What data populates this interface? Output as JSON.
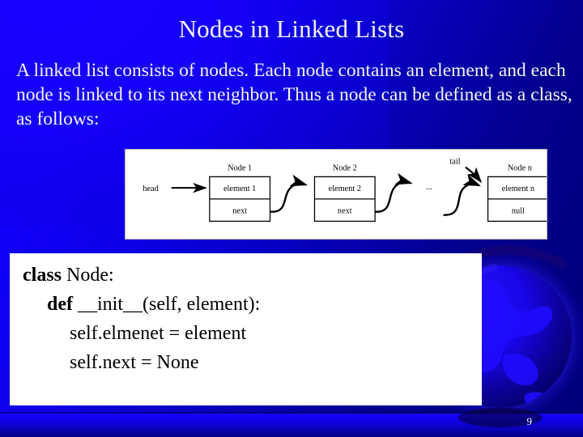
{
  "slide": {
    "title": "Nodes in Linked Lists",
    "body_text": "A linked list consists of nodes. Each node contains an element, and each node is linked to its next neighbor. Thus a node can be defined as a class, as follows:",
    "page_number": "9",
    "colors": {
      "background_bright_blue": "#1200ff",
      "background_navy": "#000080",
      "title_text": "#f4f2e8",
      "body_text": "#f6f4ea",
      "panel_background": "#ffffff",
      "code_text": "#000000"
    }
  },
  "figure": {
    "name": "linked-list-diagram",
    "pointer_labels": {
      "head": "head",
      "tail": "tail",
      "ellipsis": "..."
    },
    "nodes": [
      {
        "caption": "Node 1",
        "element": "element 1",
        "pointer": "next"
      },
      {
        "caption": "Node 2",
        "element": "element 2",
        "pointer": "next"
      },
      {
        "caption": "Node n",
        "element": "element n",
        "pointer": "null"
      }
    ]
  },
  "code": {
    "lines": [
      {
        "keyword": "class",
        "rest": " Node:",
        "indent": 0
      },
      {
        "keyword": "def",
        "rest": " __init__(self, element):",
        "indent": 1
      },
      {
        "keyword": "",
        "rest": "self.elmenet = element",
        "indent": 2
      },
      {
        "keyword": "",
        "rest": "self.next = None",
        "indent": 2
      }
    ]
  }
}
